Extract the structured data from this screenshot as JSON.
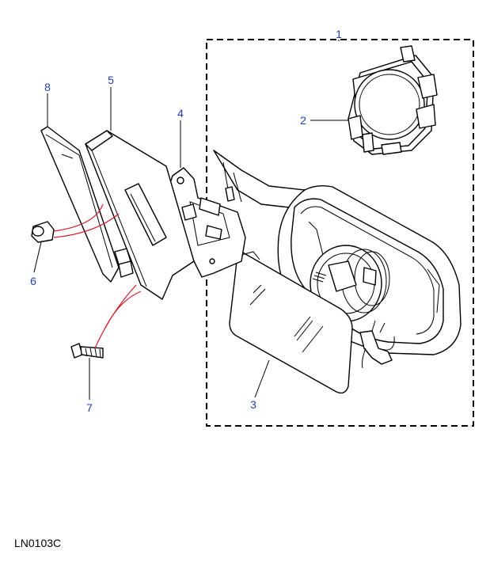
{
  "callouts": {
    "p1": "1",
    "p2": "2",
    "p3": "3",
    "p4": "4",
    "p5": "5",
    "p6": "6",
    "p7": "7",
    "p8": "8"
  },
  "reference_code": "LN0103C",
  "colors": {
    "callout_text": "#1f3fb4",
    "connector_lines": "#d8192a",
    "outline": "#000000",
    "background": "#ffffff"
  }
}
